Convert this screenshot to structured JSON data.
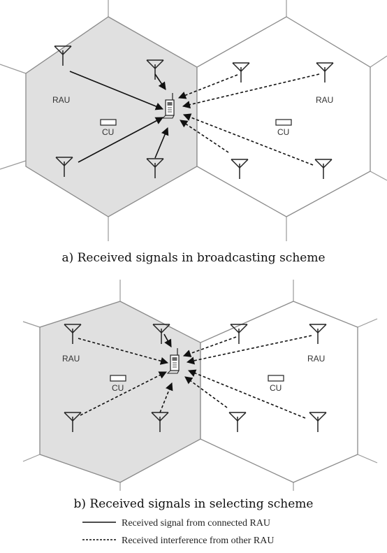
{
  "panels": [
    {
      "caption": "a) Received signals in broadcasting scheme",
      "left_cell": {
        "rau_label": "RAU",
        "cu_label": "CU"
      },
      "right_cell": {
        "rau_label": "RAU",
        "cu_label": "CU"
      }
    },
    {
      "caption": "b) Received signals in selecting scheme",
      "left_cell": {
        "rau_label": "RAU",
        "cu_label": "CU"
      },
      "right_cell": {
        "rau_label": "RAU",
        "cu_label": "CU"
      }
    }
  ],
  "legend": {
    "solid": "Received signal from connected RAU",
    "dashed": "Received interference from other RAU"
  },
  "colors": {
    "shaded_cell": "#e0e0e0",
    "line": "#111111",
    "cell_border": "#9a9a9a"
  },
  "icons": {
    "antenna": "antenna-icon",
    "mobile": "mobile-phone-icon",
    "control_unit": "control-unit-icon"
  }
}
